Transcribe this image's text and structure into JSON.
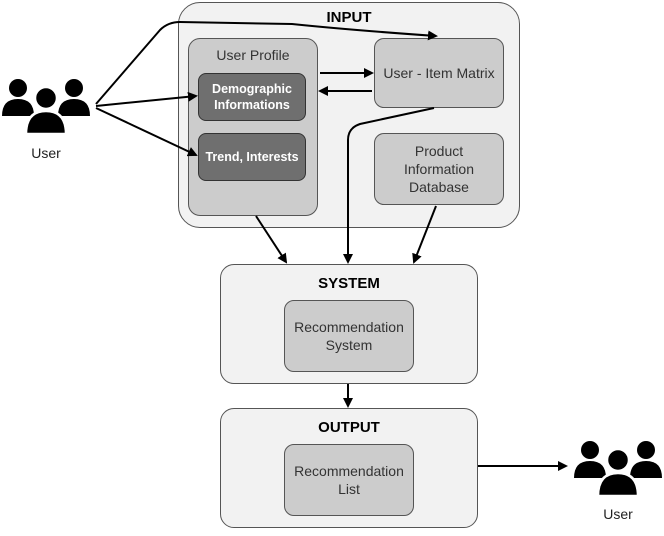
{
  "input": {
    "title": "INPUT",
    "user_profile": {
      "title": "User Profile",
      "demographic": "Demographic Informations",
      "trend": "Trend, Interests"
    },
    "user_item_matrix": "User - Item Matrix",
    "product_database": "Product Information Database"
  },
  "system": {
    "title": "SYSTEM",
    "recommendation_system": "Recommendation System"
  },
  "output": {
    "title": "OUTPUT",
    "recommendation_list": "Recommendation List"
  },
  "users": {
    "left_caption": "User",
    "right_caption": "User"
  },
  "icons": {
    "user_group": "users-icon"
  }
}
